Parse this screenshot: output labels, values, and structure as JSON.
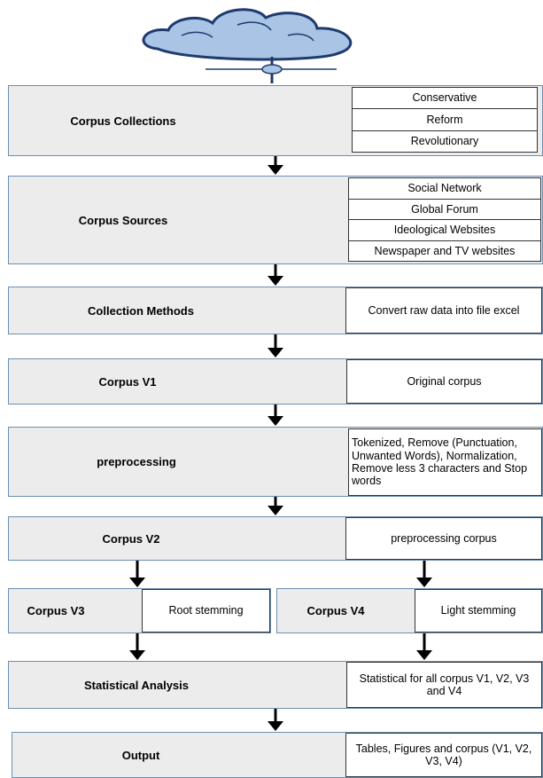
{
  "stages": [
    {
      "id": "collections",
      "label": "Corpus Collections",
      "items": [
        "Conservative",
        "Reform",
        "Revolutionary"
      ]
    },
    {
      "id": "sources",
      "label": "Corpus Sources",
      "items": [
        "Social Network",
        "Global Forum",
        "Ideological Websites",
        "Newspaper and TV websites"
      ]
    },
    {
      "id": "methods",
      "label": "Collection Methods",
      "items": [
        "Convert raw data into file excel"
      ]
    },
    {
      "id": "v1",
      "label": "Corpus V1",
      "items": [
        "Original corpus"
      ]
    },
    {
      "id": "preprocessing",
      "label": "preprocessing",
      "items": [
        "Tokenized, Remove (Punctuation, Unwanted Words), Normalization, Remove less 3 characters and Stop words"
      ]
    },
    {
      "id": "v2",
      "label": "Corpus V2",
      "items": [
        "preprocessing corpus"
      ]
    },
    {
      "id": "v3",
      "label": "Corpus V3",
      "items": [
        "Root stemming"
      ]
    },
    {
      "id": "v4",
      "label": "Corpus V4",
      "items": [
        "Light stemming"
      ]
    },
    {
      "id": "stats",
      "label": "Statistical Analysis",
      "items": [
        "Statistical for all corpus V1, V2, V3 and V4"
      ]
    },
    {
      "id": "output",
      "label": "Output",
      "items": [
        "Tables, Figures and corpus (V1, V2, V3, V4)"
      ]
    }
  ],
  "colors": {
    "box_fill": "#ececec",
    "box_border": "#6d8fb0",
    "cloud_fill": "#a9c4e4",
    "cloud_stroke": "#1f3a6e"
  },
  "icons": {
    "top": "cloud-network-icon"
  }
}
